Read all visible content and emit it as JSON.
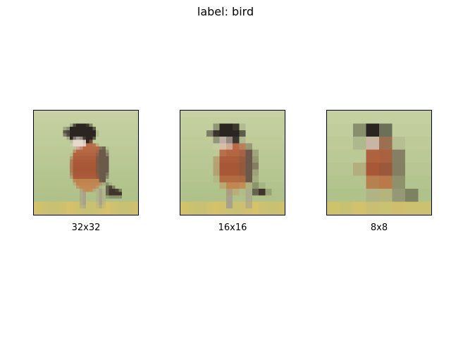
{
  "figure": {
    "title": "label: bird"
  },
  "panels": [
    {
      "caption": "32x32",
      "grid": 32
    },
    {
      "caption": "16x16",
      "grid": 16
    },
    {
      "caption": "8x8",
      "grid": 8
    }
  ],
  "colors": {
    "background_top": "#c7d1a3",
    "background_bottom": "#aabe84",
    "ground": "#d8c268",
    "breast": "#b86a46",
    "breast_dark": "#9c4a2a",
    "head": "#2a2520",
    "cheek": "#e6d8cc",
    "wing": "#6b5a4a",
    "legs": "#a8a28a"
  }
}
